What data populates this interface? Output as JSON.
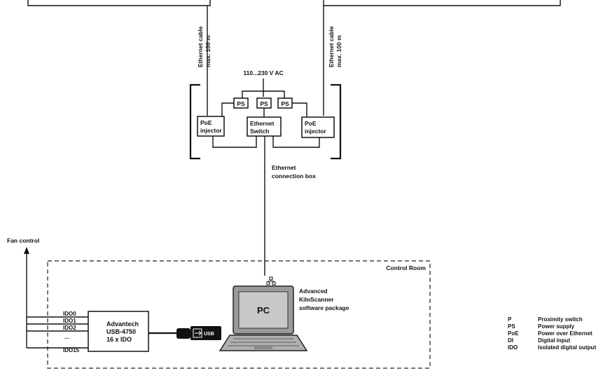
{
  "cables": {
    "left": {
      "line1": "Ethernet cable",
      "line2": "max. 100 m"
    },
    "right": {
      "line1": "Ethernet cable",
      "line2": "max. 100 m"
    }
  },
  "power_input": "110...230 V AC",
  "connection_box": {
    "ps_labels": [
      "PS",
      "PS",
      "PS"
    ],
    "poe_left": {
      "line1": "PoE",
      "line2": "injector"
    },
    "switch": {
      "line1": "Ethernet",
      "line2": "Switch"
    },
    "poe_right": {
      "line1": "PoE",
      "line2": "injector"
    },
    "label_line1": "Ethernet",
    "label_line2": "connection box"
  },
  "fan_control": "Fan control",
  "control_room": "Control Room",
  "outputs": [
    "IDO0",
    "IDO1",
    "IDO2",
    "...",
    "IDO15"
  ],
  "advantech": {
    "line1": "Advantech",
    "line2": "USB-4750",
    "line3": "16 x IDO"
  },
  "usb_label": "USB",
  "pc_label": "PC",
  "software": {
    "line1": "Advanced",
    "line2": "KilnScanner",
    "line3": "software package"
  },
  "legend": [
    {
      "abbr": "P",
      "desc": "Proximity switch"
    },
    {
      "abbr": "PS",
      "desc": "Power supply"
    },
    {
      "abbr": "PoE",
      "desc": "Power over Ethernet"
    },
    {
      "abbr": "DI",
      "desc": "Digital input"
    },
    {
      "abbr": "IDO",
      "desc": "Isolated digital output"
    }
  ]
}
